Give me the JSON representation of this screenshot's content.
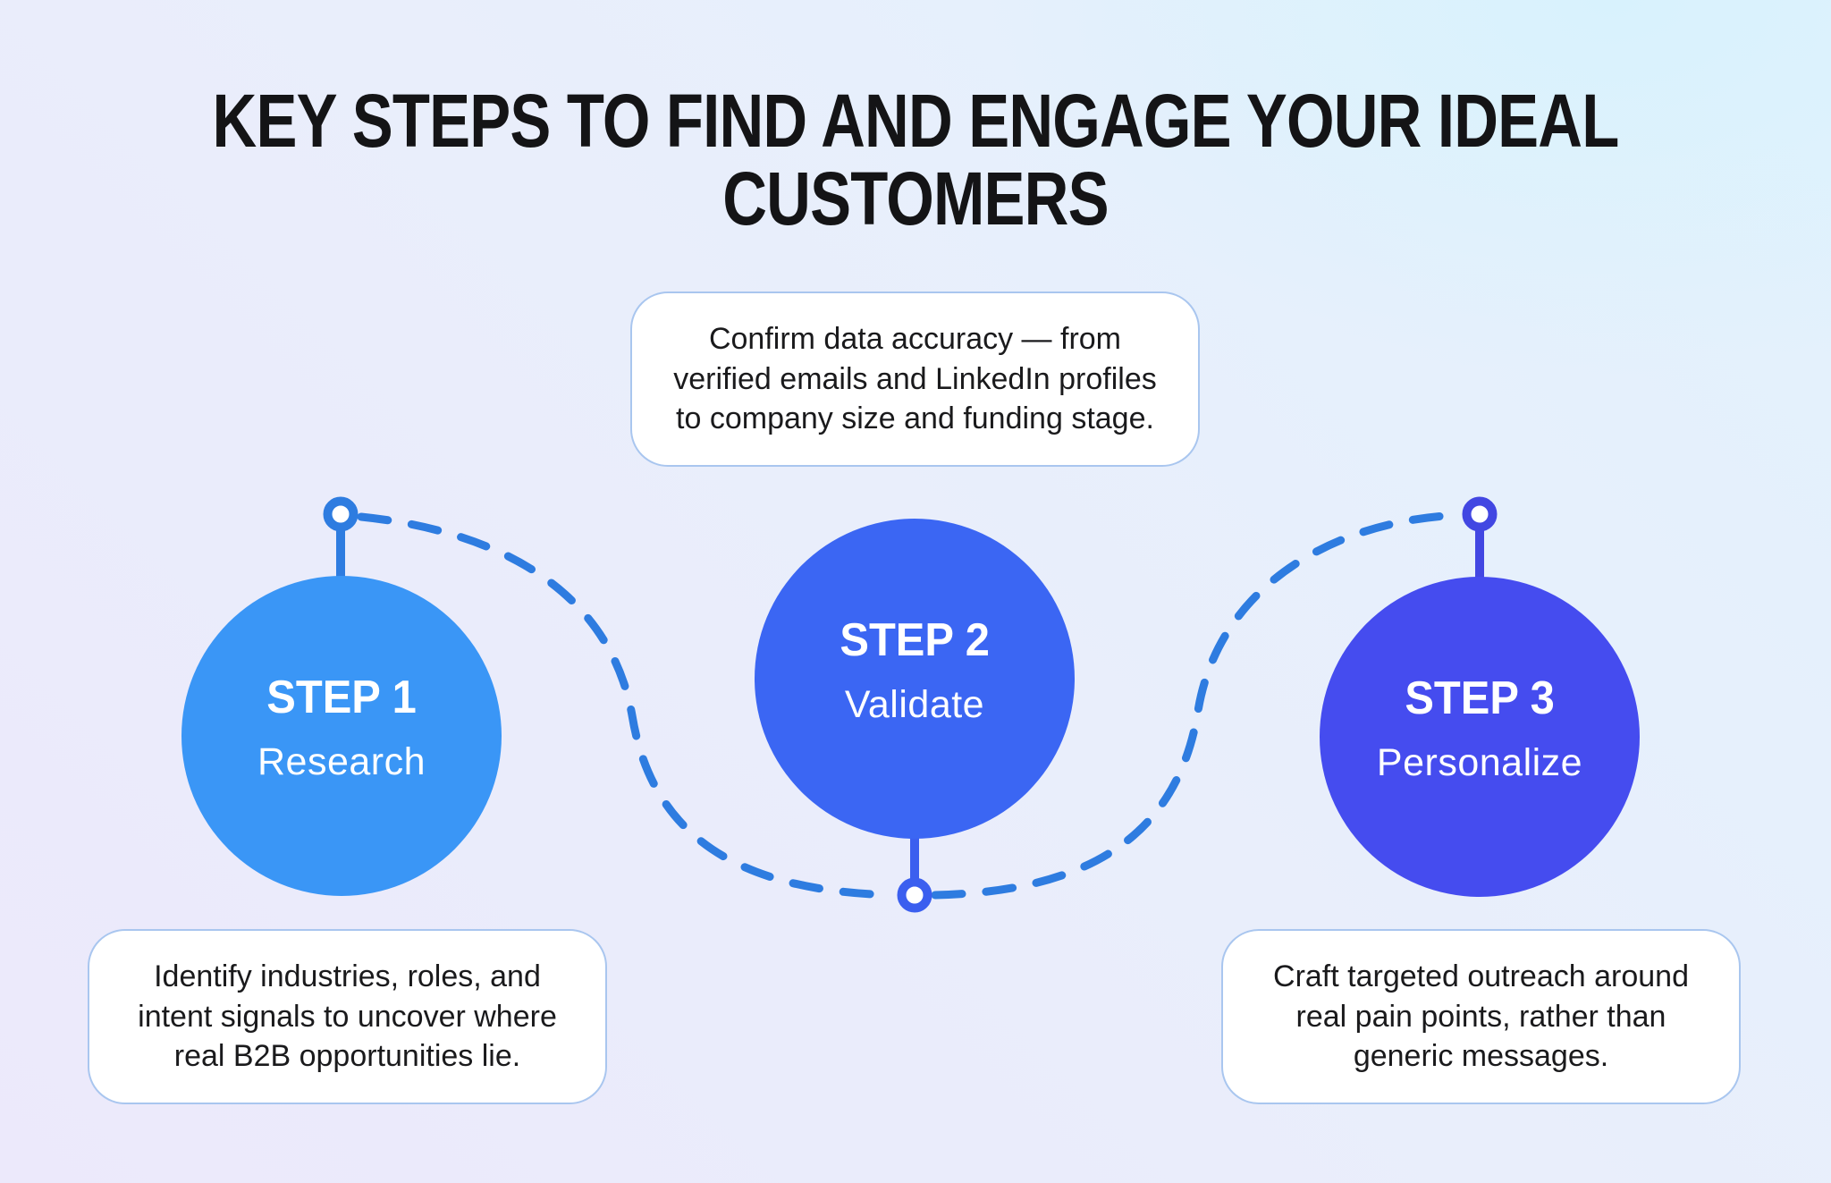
{
  "title_lines": [
    "KEY STEPS TO FIND AND ENGAGE YOUR IDEAL",
    "CUSTOMERS"
  ],
  "steps": [
    {
      "label": "STEP 1",
      "name": "Research",
      "description_lines": [
        "Identify industries, roles, and",
        "intent signals to uncover where",
        "real B2B opportunities lie."
      ],
      "circle_color": "#3A96F6",
      "connector_color": "#2E7CE0"
    },
    {
      "label": "STEP 2",
      "name": "Validate",
      "description_lines": [
        "Confirm data accuracy — from",
        "verified emails and LinkedIn profiles",
        "to company size and funding stage."
      ],
      "circle_color": "#3B66F3",
      "connector_color": "#3B5FEF"
    },
    {
      "label": "STEP 3",
      "name": "Personalize",
      "description_lines": [
        "Craft targeted outreach around",
        "real pain points, rather than",
        "generic messages."
      ],
      "circle_color": "#454CEF",
      "connector_color": "#4247E2"
    }
  ],
  "connector": {
    "dash_color": "#2E7CE0",
    "node_fill": "#FFFFFF"
  },
  "background": {
    "gradient_top_right": "#E2F2FD",
    "gradient_middle": "#E9EEFB",
    "gradient_bottom_left": "#ECE9FB"
  },
  "card_style": {
    "background": "#FFFFFF",
    "border_color": "#A9C6EF",
    "text_color": "#1A1A1C"
  },
  "title_color": "#141416"
}
